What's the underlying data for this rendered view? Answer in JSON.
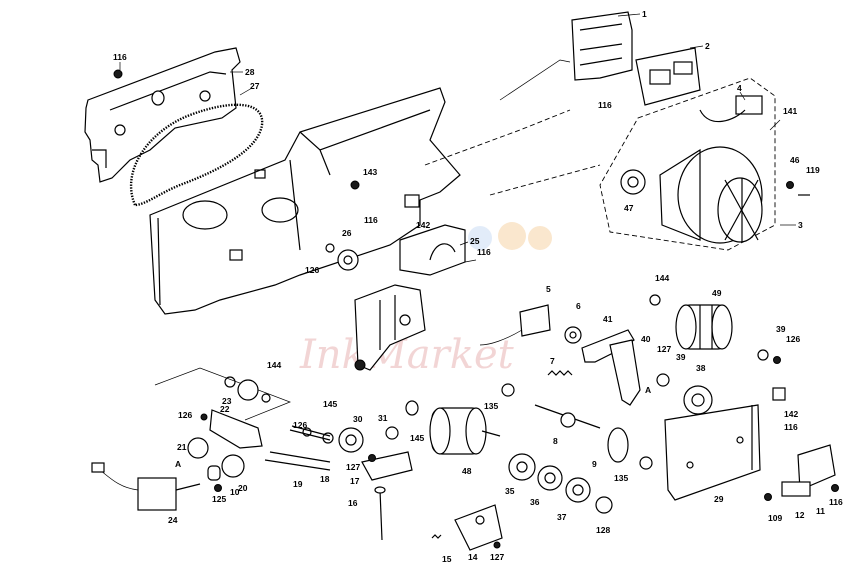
{
  "diagram": {
    "watermark": "InkMarket",
    "letter_markers": [
      "A",
      "A"
    ],
    "callouts": [
      {
        "id": "c1",
        "text": "1"
      },
      {
        "id": "c2",
        "text": "2"
      },
      {
        "id": "c3",
        "text": "3"
      },
      {
        "id": "c4",
        "text": "4"
      },
      {
        "id": "c5",
        "text": "5"
      },
      {
        "id": "c6",
        "text": "6"
      },
      {
        "id": "c7",
        "text": "7"
      },
      {
        "id": "c8",
        "text": "8"
      },
      {
        "id": "c9",
        "text": "9"
      },
      {
        "id": "c10",
        "text": "10"
      },
      {
        "id": "c11",
        "text": "11"
      },
      {
        "id": "c12",
        "text": "12"
      },
      {
        "id": "c14",
        "text": "14"
      },
      {
        "id": "c15",
        "text": "15"
      },
      {
        "id": "c16",
        "text": "16"
      },
      {
        "id": "c17",
        "text": "17"
      },
      {
        "id": "c18",
        "text": "18"
      },
      {
        "id": "c19",
        "text": "19"
      },
      {
        "id": "c20",
        "text": "20"
      },
      {
        "id": "c21",
        "text": "21"
      },
      {
        "id": "c22",
        "text": "22"
      },
      {
        "id": "c23",
        "text": "23"
      },
      {
        "id": "c24",
        "text": "24"
      },
      {
        "id": "c25",
        "text": "25"
      },
      {
        "id": "c26",
        "text": "26"
      },
      {
        "id": "c27",
        "text": "27"
      },
      {
        "id": "c28",
        "text": "28"
      },
      {
        "id": "c29",
        "text": "29"
      },
      {
        "id": "c30",
        "text": "30"
      },
      {
        "id": "c31",
        "text": "31"
      },
      {
        "id": "c35",
        "text": "35"
      },
      {
        "id": "c36",
        "text": "36"
      },
      {
        "id": "c37",
        "text": "37"
      },
      {
        "id": "c38",
        "text": "38"
      },
      {
        "id": "c39a",
        "text": "39"
      },
      {
        "id": "c39b",
        "text": "39"
      },
      {
        "id": "c40",
        "text": "40"
      },
      {
        "id": "c41",
        "text": "41"
      },
      {
        "id": "c46",
        "text": "46"
      },
      {
        "id": "c47",
        "text": "47"
      },
      {
        "id": "c48",
        "text": "48"
      },
      {
        "id": "c49",
        "text": "49"
      },
      {
        "id": "c109",
        "text": "109"
      },
      {
        "id": "c116a",
        "text": "116"
      },
      {
        "id": "c116b",
        "text": "116"
      },
      {
        "id": "c116c",
        "text": "116"
      },
      {
        "id": "c116d",
        "text": "116"
      },
      {
        "id": "c116e",
        "text": "116"
      },
      {
        "id": "c116f",
        "text": "116"
      },
      {
        "id": "c119",
        "text": "119"
      },
      {
        "id": "c125",
        "text": "125"
      },
      {
        "id": "c126a",
        "text": "126"
      },
      {
        "id": "c126b",
        "text": "126"
      },
      {
        "id": "c126c",
        "text": "126"
      },
      {
        "id": "c126d",
        "text": "126"
      },
      {
        "id": "c127a",
        "text": "127"
      },
      {
        "id": "c127b",
        "text": "127"
      },
      {
        "id": "c127c",
        "text": "127"
      },
      {
        "id": "c128",
        "text": "128"
      },
      {
        "id": "c135a",
        "text": "135"
      },
      {
        "id": "c135b",
        "text": "135"
      },
      {
        "id": "c141",
        "text": "141"
      },
      {
        "id": "c142a",
        "text": "142"
      },
      {
        "id": "c142b",
        "text": "142"
      },
      {
        "id": "c143",
        "text": "143"
      },
      {
        "id": "c144a",
        "text": "144"
      },
      {
        "id": "c144b",
        "text": "144"
      },
      {
        "id": "c145a",
        "text": "145"
      },
      {
        "id": "c145b",
        "text": "145"
      }
    ]
  }
}
